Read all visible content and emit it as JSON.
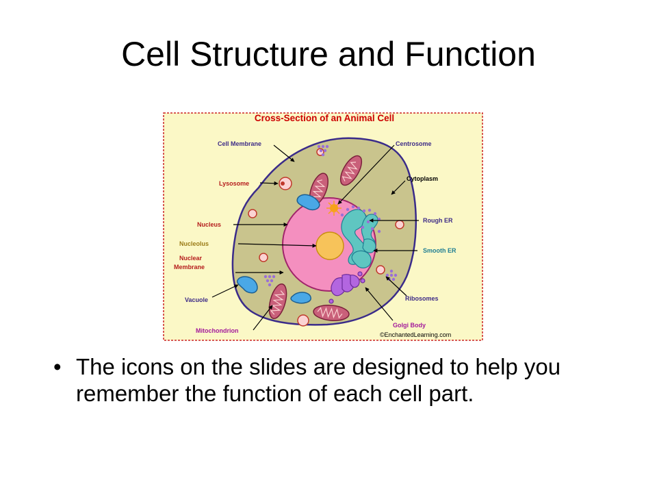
{
  "slide": {
    "title": "Cell Structure and Function",
    "bullets": [
      "The icons on the slides are designed to help you remember the function of each cell part."
    ]
  },
  "figure": {
    "heading": "Cross-Section of an Animal Cell",
    "credit": "©EnchantedLearning.com",
    "labels": {
      "cell_membrane": "Cell Membrane",
      "lysosome": "Lysosome",
      "nucleus": "Nucleus",
      "nucleolus": "Nucleolus",
      "nuclear_membrane_1": "Nuclear",
      "nuclear_membrane_2": "Membrane",
      "vacuole": "Vacuole",
      "mitochondrion": "Mitochondrion",
      "centrosome": "Centrosome",
      "cytoplasm": "Cytoplasm",
      "rough_er": "Rough ER",
      "smooth_er": "Smooth ER",
      "ribosomes": "Ribosomes",
      "golgi_body": "Golgi Body"
    },
    "colors": {
      "background": "#fbf8c6",
      "frame": "#cc2222",
      "heading": "#cc0000",
      "cytoplasm": "#c9c48d",
      "membrane": "#3a2b8a",
      "nucleus": "#f48fbf",
      "nucleolus": "#f7c35a",
      "mitochondrion": "#c9607a",
      "lysosome": "#fbd3d3",
      "vacuole": "#4aa8e6",
      "er": "#5fc6c1",
      "golgi": "#b366e0",
      "ribosome": "#9a6fd6",
      "centrosome": "#f7a21b",
      "label_purple": "#3d2b87",
      "label_red": "#b51c1c",
      "label_olive": "#9a7b16",
      "label_teal": "#1f7e93",
      "label_magenta": "#a31a9b"
    }
  }
}
